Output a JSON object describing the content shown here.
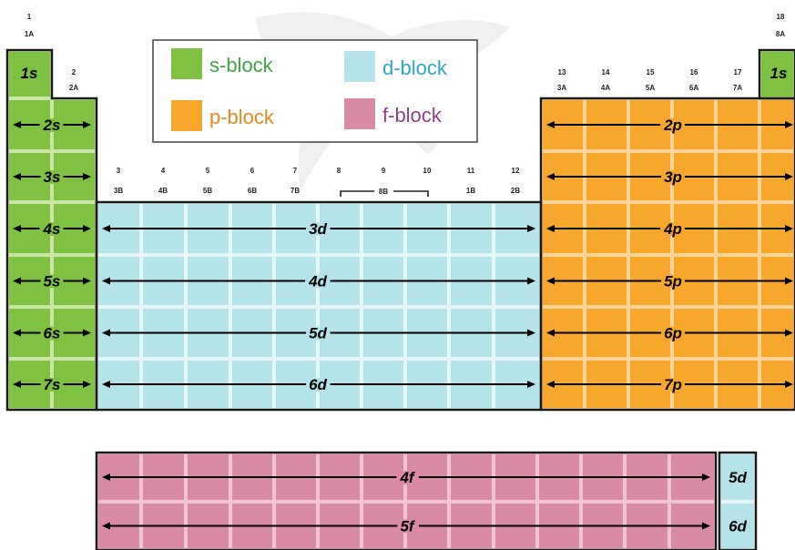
{
  "groups": {
    "g1": {
      "num": "1",
      "name": "1A"
    },
    "g2": {
      "num": "2",
      "name": "2A"
    },
    "g3": {
      "num": "3",
      "name": "3B"
    },
    "g4": {
      "num": "4",
      "name": "4B"
    },
    "g5": {
      "num": "5",
      "name": "5B"
    },
    "g6": {
      "num": "6",
      "name": "6B"
    },
    "g7": {
      "num": "7",
      "name": "7B"
    },
    "g8": {
      "num": "8",
      "name": ""
    },
    "g9": {
      "num": "9",
      "name": "8B"
    },
    "g10": {
      "num": "10",
      "name": ""
    },
    "g11": {
      "num": "11",
      "name": "1B"
    },
    "g12": {
      "num": "12",
      "name": "2B"
    },
    "g13": {
      "num": "13",
      "name": "3A"
    },
    "g14": {
      "num": "14",
      "name": "4A"
    },
    "g15": {
      "num": "15",
      "name": "5A"
    },
    "g16": {
      "num": "16",
      "name": "6A"
    },
    "g17": {
      "num": "17",
      "name": "7A"
    },
    "g18": {
      "num": "18",
      "name": "8A"
    }
  },
  "legend": {
    "s": {
      "text": "s-block",
      "color": "#3fa447"
    },
    "d": {
      "text": "d-block",
      "color": "#2aa6c4"
    },
    "p": {
      "text": "p-block",
      "color": "#e38a1c"
    },
    "f": {
      "text": "f-block",
      "color": "#8e3f8e"
    }
  },
  "s_block": {
    "h1": "1s",
    "he": "1s",
    "rows": [
      "2s",
      "3s",
      "4s",
      "5s",
      "6s",
      "7s"
    ]
  },
  "d_block": {
    "rows": [
      "3d",
      "4d",
      "5d",
      "6d"
    ]
  },
  "p_block": {
    "rows": [
      "2p",
      "3p",
      "4p",
      "5p",
      "6p",
      "7p"
    ]
  },
  "f_block": {
    "rows": [
      "4f",
      "5f"
    ],
    "side": [
      "5d",
      "6d"
    ]
  },
  "colors": {
    "s": "#7fc241",
    "p": "#f7a72c",
    "d": "#b4e3ea",
    "f": "#d98aa4"
  }
}
